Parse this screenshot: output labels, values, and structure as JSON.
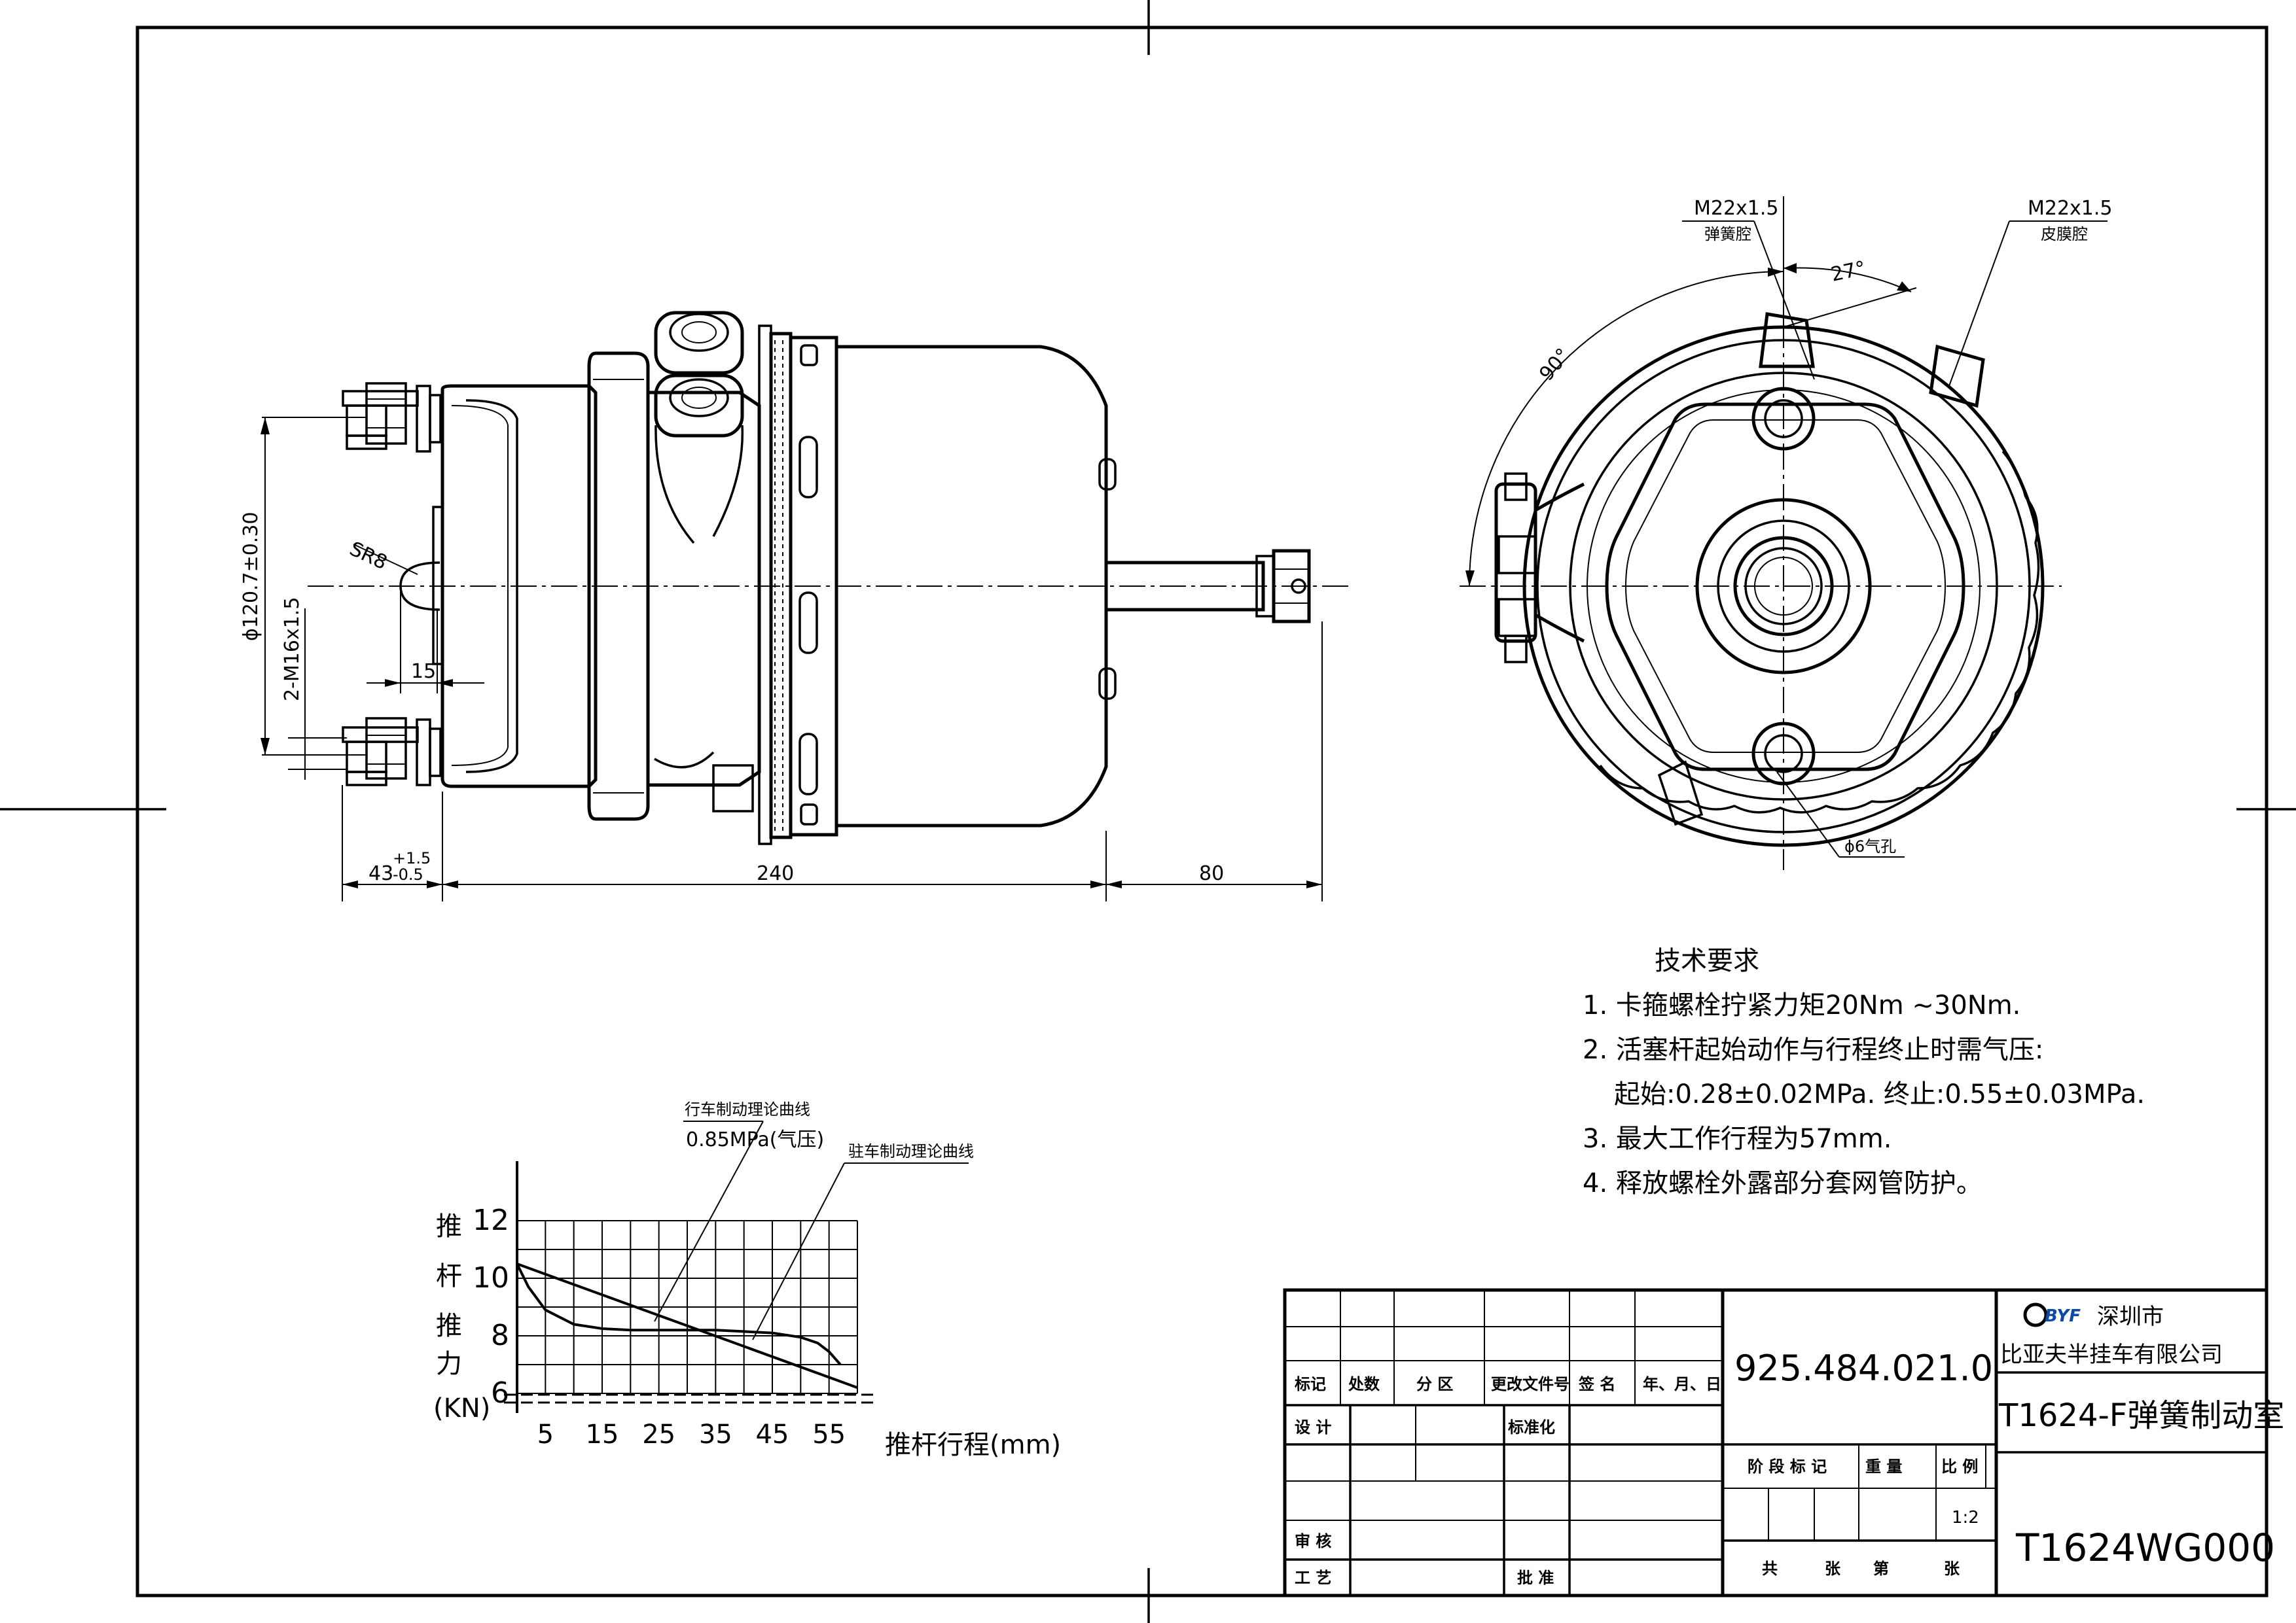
{
  "drawing": {
    "dims": {
      "phi_120": "ϕ120.7±0.30",
      "m16": "2-M16x1.5",
      "sr8": "SR8",
      "d15": "15",
      "d43": "43",
      "d43_tol_up": "+1.5",
      "d43_tol_dn": "-0.5",
      "d240": "240",
      "d80": "80",
      "port1_thread": "M22x1.5",
      "port1_name": "弹簧腔",
      "port2_thread": "M22x1.5",
      "port2_name": "皮膜腔",
      "angle27": "27°",
      "angle90": "90°",
      "hole": "ϕ6气孔"
    }
  },
  "tech": {
    "title": "技术要求",
    "lines": [
      "1. 卡箍螺栓拧紧力矩20Nm ~30Nm.",
      "2. 活塞杆起始动作与行程终止时需气压:",
      "起始:0.28±0.02MPa. 终止:0.55±0.03MPa.",
      "3. 最大工作行程为57mm.",
      "4. 释放螺栓外露部分套网管防护。"
    ]
  },
  "chart": {
    "label_service": "行车制动理论曲线",
    "label_service_pressure": "0.85MPa(气压)",
    "label_parking": "驻车制动理论曲线",
    "ylabel_chars": [
      "推",
      "杆",
      "推",
      "力"
    ],
    "yunit": "(KN)",
    "xlabel": "推杆行程(mm)"
  },
  "chart_data": {
    "type": "line",
    "title": "",
    "xlabel": "推杆行程(mm)",
    "ylabel": "推杆推力(KN)",
    "xlim": [
      0,
      60
    ],
    "ylim": [
      6,
      12
    ],
    "x_ticks": [
      "5",
      "15",
      "25",
      "35",
      "45",
      "55"
    ],
    "y_ticks": [
      "6",
      "8",
      "10",
      "12"
    ],
    "grid": true,
    "series": [
      {
        "name": "行车制动理论曲线",
        "x": [
          0,
          60
        ],
        "y": [
          10.5,
          6.2
        ]
      },
      {
        "name": "驻车制动理论曲线",
        "x": [
          0,
          2,
          5,
          10,
          15,
          20,
          25,
          35,
          45,
          50,
          53,
          55,
          57
        ],
        "y": [
          10.5,
          9.7,
          8.9,
          8.4,
          8.25,
          8.2,
          8.2,
          8.2,
          8.1,
          7.95,
          7.75,
          7.45,
          7.0
        ]
      }
    ]
  },
  "title_block": {
    "drawing_code": "925.484.021.0",
    "company_logo": "BYF",
    "company_line1": "深圳市",
    "company_line2": "比亚夫半挂车有限公司",
    "part_name": "T1624-F弹簧制动室",
    "part_number": "T1624WG000",
    "scale": "1:2",
    "headers": {
      "mark": "标记",
      "count": "处数",
      "zone": "分 区",
      "change_doc": "更改文件号",
      "sign": "签 名",
      "date": "年、月、日"
    },
    "design": "设 计",
    "standard": "标准化",
    "review": "审 核",
    "process": "工 艺",
    "approve": "批 准",
    "stage": "阶 段 标 记",
    "weight": "重 量",
    "ratio": "比 例",
    "total": "共",
    "sheets1": "张",
    "nth": "第",
    "sheets2": "张"
  }
}
